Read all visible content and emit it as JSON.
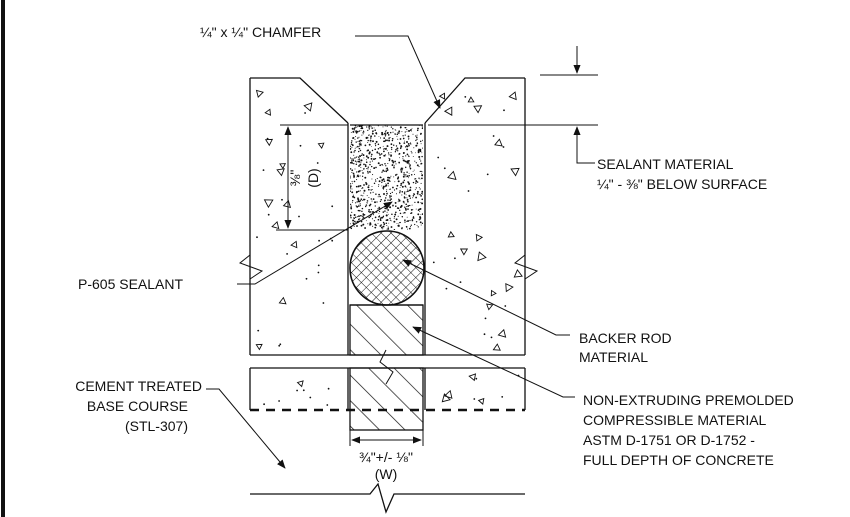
{
  "labels": {
    "chamfer": "¼\" x ¼\" CHAMFER",
    "sealant_material_1": "SEALANT MATERIAL",
    "sealant_material_2": "¼\" - ⅜\" BELOW SURFACE",
    "depth_value": "⅜\"",
    "depth_symbol": "(D)",
    "p605": "P-605  SEALANT",
    "backer_1": "BACKER ROD",
    "backer_2": "MATERIAL",
    "ctb_1": "CEMENT TREATED",
    "ctb_2": "BASE COURSE",
    "ctb_3": "(STL-307)",
    "nonextr_1": "NON-EXTRUDING PREMOLDED",
    "nonextr_2": "COMPRESSIBLE MATERIAL",
    "nonextr_3": "ASTM D-1751 OR D-1752 -",
    "nonextr_4": "FULL DEPTH OF CONCRETE",
    "width_value": "¾\"+/- ⅛\"",
    "width_symbol": "(W)"
  },
  "colors": {
    "ink": "#111111",
    "background": "#ffffff"
  }
}
